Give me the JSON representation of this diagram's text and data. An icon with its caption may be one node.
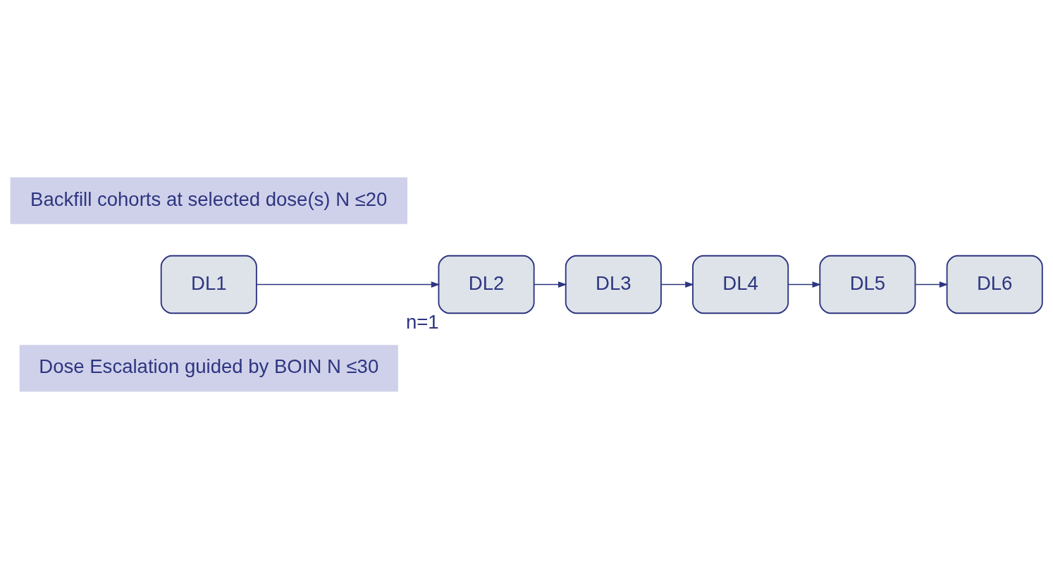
{
  "diagram": {
    "nodes": [
      {
        "text": [
          "Dose Escalation guided by BOIN N ≤30"
        ]
      },
      {
        "text": [
          "DL1"
        ]
      },
      {
        "text": [
          "DL2"
        ],
        "beside": [
          "n=1"
        ]
      },
      {
        "text": [
          "DL3"
        ]
      },
      {
        "text": [
          "DL4"
        ]
      },
      {
        "text": [
          "DL5"
        ]
      },
      {
        "text": [
          "DL6"
        ]
      },
      {
        "text": [
          "Backfill cohorts at selected dose(s) N ≤20"
        ]
      }
    ],
    "edges": [
      {
        "from": 1,
        "to": 2,
        "arrow": "to"
      },
      {
        "from": 2,
        "to": 3,
        "arrow": "to"
      },
      {
        "from": 3,
        "to": 4,
        "arrow": "to"
      },
      {
        "from": 4,
        "to": 5,
        "arrow": "to"
      },
      {
        "from": 5,
        "to": 6,
        "arrow": "to"
      }
    ]
  }
}
